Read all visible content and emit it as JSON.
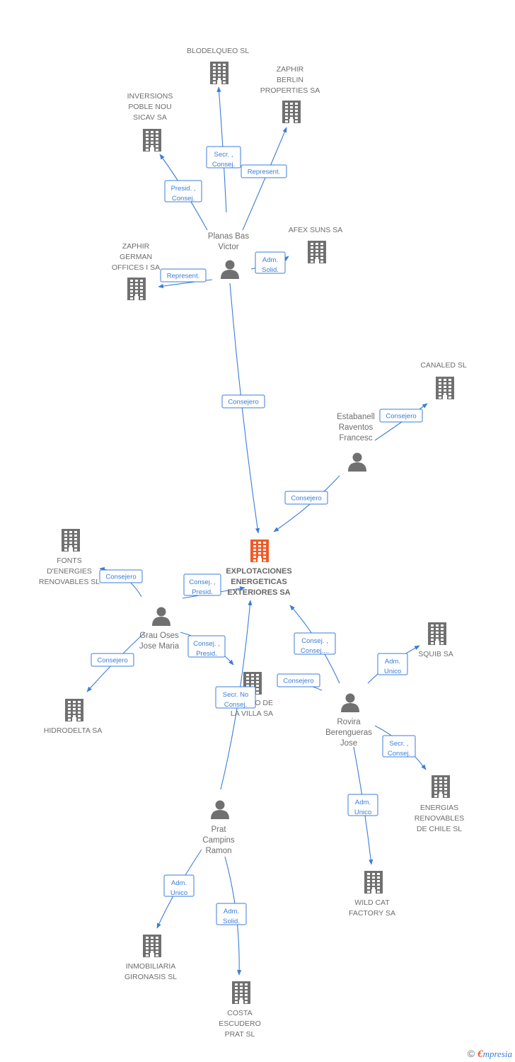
{
  "colors": {
    "accent": "#3b7dd8",
    "building": "#707070",
    "main_building": "#f05a28",
    "person": "#707070",
    "text": "#6e6e6e"
  },
  "nodes": [
    {
      "id": "blodelqueo",
      "type": "company",
      "label": [
        "BLODELQUEO SL"
      ]
    },
    {
      "id": "zaphir_berlin",
      "type": "company",
      "label": [
        "ZAPHIR",
        "BERLIN",
        "PROPERTIES SA"
      ]
    },
    {
      "id": "inversions",
      "type": "company",
      "label": [
        "INVERSIONS",
        "POBLE NOU",
        "SICAV SA"
      ]
    },
    {
      "id": "planas",
      "type": "person",
      "label": [
        "Planas Bas",
        "Victor"
      ]
    },
    {
      "id": "afex",
      "type": "company",
      "label": [
        "AFEX SUNS SA"
      ]
    },
    {
      "id": "zaphir_german",
      "type": "company",
      "label": [
        "ZAPHIR",
        "GERMAN",
        "OFFICES I SA"
      ]
    },
    {
      "id": "canaled",
      "type": "company",
      "label": [
        "CANALED SL"
      ]
    },
    {
      "id": "estabanell",
      "type": "person",
      "label": [
        "Estabanell",
        "Raventos",
        "Francesc"
      ]
    },
    {
      "id": "main",
      "type": "main",
      "label": [
        "EXPLOTACIONES",
        "ENERGETICAS",
        "EXTERIORES SA"
      ]
    },
    {
      "id": "fonts",
      "type": "company",
      "label": [
        "FONTS",
        "D'ENERGIES",
        "RENOVABLES SL"
      ]
    },
    {
      "id": "grau",
      "type": "person",
      "label": [
        "Grau Oses",
        "Jose Maria"
      ]
    },
    {
      "id": "hidrodelta",
      "type": "company",
      "label": [
        "HIDRODELTA SA"
      ]
    },
    {
      "id": "villa",
      "type": "company",
      "label": [
        "O DE",
        "LA VILLA SA"
      ]
    },
    {
      "id": "squib",
      "type": "company",
      "label": [
        "SQUIB SA"
      ]
    },
    {
      "id": "rovira",
      "type": "person",
      "label": [
        "Rovira",
        "Berengueras",
        "Jose"
      ]
    },
    {
      "id": "energias_chile",
      "type": "company",
      "label": [
        "ENERGIAS",
        "RENOVABLES",
        "DE CHILE SL"
      ]
    },
    {
      "id": "wildcat",
      "type": "company",
      "label": [
        "WILD CAT",
        "FACTORY SA"
      ]
    },
    {
      "id": "prat",
      "type": "person",
      "label": [
        "Prat",
        "Campins",
        "Ramon"
      ]
    },
    {
      "id": "inmobiliaria",
      "type": "company",
      "label": [
        "INMOBILIARIA",
        "GIRONASIS SL"
      ]
    },
    {
      "id": "costa",
      "type": "company",
      "label": [
        "COSTA",
        "ESCUDERO",
        "PRAT SL"
      ]
    }
  ],
  "edges": [
    {
      "id": "e1",
      "from": "planas",
      "to": "blodelqueo",
      "label": [
        "Secr. ,",
        "Consej."
      ]
    },
    {
      "id": "e2",
      "from": "planas",
      "to": "zaphir_berlin",
      "label": [
        "Represent."
      ]
    },
    {
      "id": "e3",
      "from": "planas",
      "to": "inversions",
      "label": [
        "Presid. ,",
        "Consej."
      ]
    },
    {
      "id": "e4",
      "from": "planas",
      "to": "afex",
      "label": [
        "Adm.",
        "Solid."
      ]
    },
    {
      "id": "e5",
      "from": "planas",
      "to": "zaphir_german",
      "label": [
        "Represent."
      ]
    },
    {
      "id": "e6",
      "from": "planas",
      "to": "main",
      "label": [
        "Consejero"
      ]
    },
    {
      "id": "e7",
      "from": "estabanell",
      "to": "canaled",
      "label": [
        "Consejero"
      ]
    },
    {
      "id": "e8",
      "from": "estabanell",
      "to": "main",
      "label": [
        "Consejero"
      ]
    },
    {
      "id": "e9",
      "from": "grau",
      "to": "fonts",
      "label": [
        "Consejero"
      ]
    },
    {
      "id": "e10",
      "from": "grau",
      "to": "main",
      "label": [
        "Consej. ,",
        "Presid."
      ]
    },
    {
      "id": "e11",
      "from": "grau",
      "to": "hidrodelta",
      "label": [
        "Consejero"
      ]
    },
    {
      "id": "e12",
      "from": "grau",
      "to": "villa",
      "label": [
        "Consej. ,",
        "Presid."
      ]
    },
    {
      "id": "e13",
      "from": "rovira",
      "to": "main",
      "label": [
        "Consej. ,",
        "Consej...."
      ]
    },
    {
      "id": "e14",
      "from": "rovira",
      "to": "villa",
      "label": [
        "Consejero"
      ]
    },
    {
      "id": "e15",
      "from": "rovira",
      "to": "squib",
      "label": [
        "Adm.",
        "Unico"
      ]
    },
    {
      "id": "e16",
      "from": "rovira",
      "to": "energias_chile",
      "label": [
        "Secr. ,",
        "Consej."
      ]
    },
    {
      "id": "e17",
      "from": "rovira",
      "to": "wildcat",
      "label": [
        "Adm.",
        "Unico"
      ]
    },
    {
      "id": "e18",
      "from": "prat",
      "to": "main",
      "label": [
        "Secr.  No",
        "Consej."
      ]
    },
    {
      "id": "e19",
      "from": "prat",
      "to": "inmobiliaria",
      "label": [
        "Adm.",
        "Unico"
      ]
    },
    {
      "id": "e20",
      "from": "prat",
      "to": "costa",
      "label": [
        "Adm.",
        "Solid."
      ]
    }
  ],
  "footer": {
    "copyright": "©",
    "brand_initial": "€",
    "brand_rest": "mpresia"
  }
}
